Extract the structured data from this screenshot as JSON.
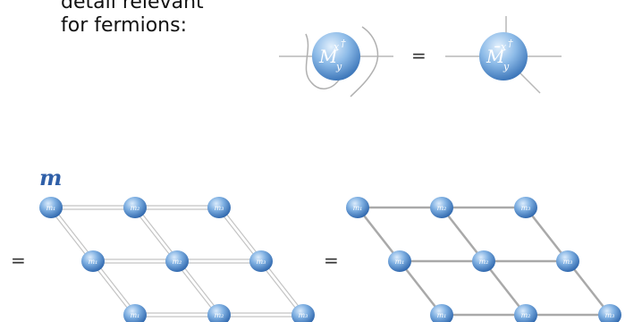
{
  "intro_lines": [
    "detail relevant",
    "for fermions:"
  ],
  "equation": {
    "equals_sign": "=",
    "left_tensor": {
      "base": "M",
      "sup": "x",
      "dagger": "†",
      "sub": "y"
    },
    "right_tensor": {
      "base": "M̄",
      "sup": "x",
      "dagger": "†",
      "sub": "y"
    }
  },
  "annotation": "m",
  "lattice_equals": [
    "=",
    "="
  ],
  "lattice_left": {
    "rows": [
      [
        "m₁",
        "m₂",
        "m₃"
      ],
      [
        "m₁",
        "m₂",
        "m₃"
      ],
      [
        "m₁",
        "m₂",
        "m₃"
      ]
    ]
  },
  "lattice_right": {
    "rows": [
      [
        "m₁",
        "m₂",
        "m₃"
      ],
      [
        "m₁",
        "m₂",
        "m₃"
      ],
      [
        "m₁",
        "m₂",
        "m₃"
      ]
    ]
  },
  "colors": {
    "node": "#4f86c6",
    "node_highlight": "#d7e9fb",
    "double_line": "#c4c4c4",
    "thick_line": "#a9a9a9",
    "accent": "#2f5fa8"
  }
}
